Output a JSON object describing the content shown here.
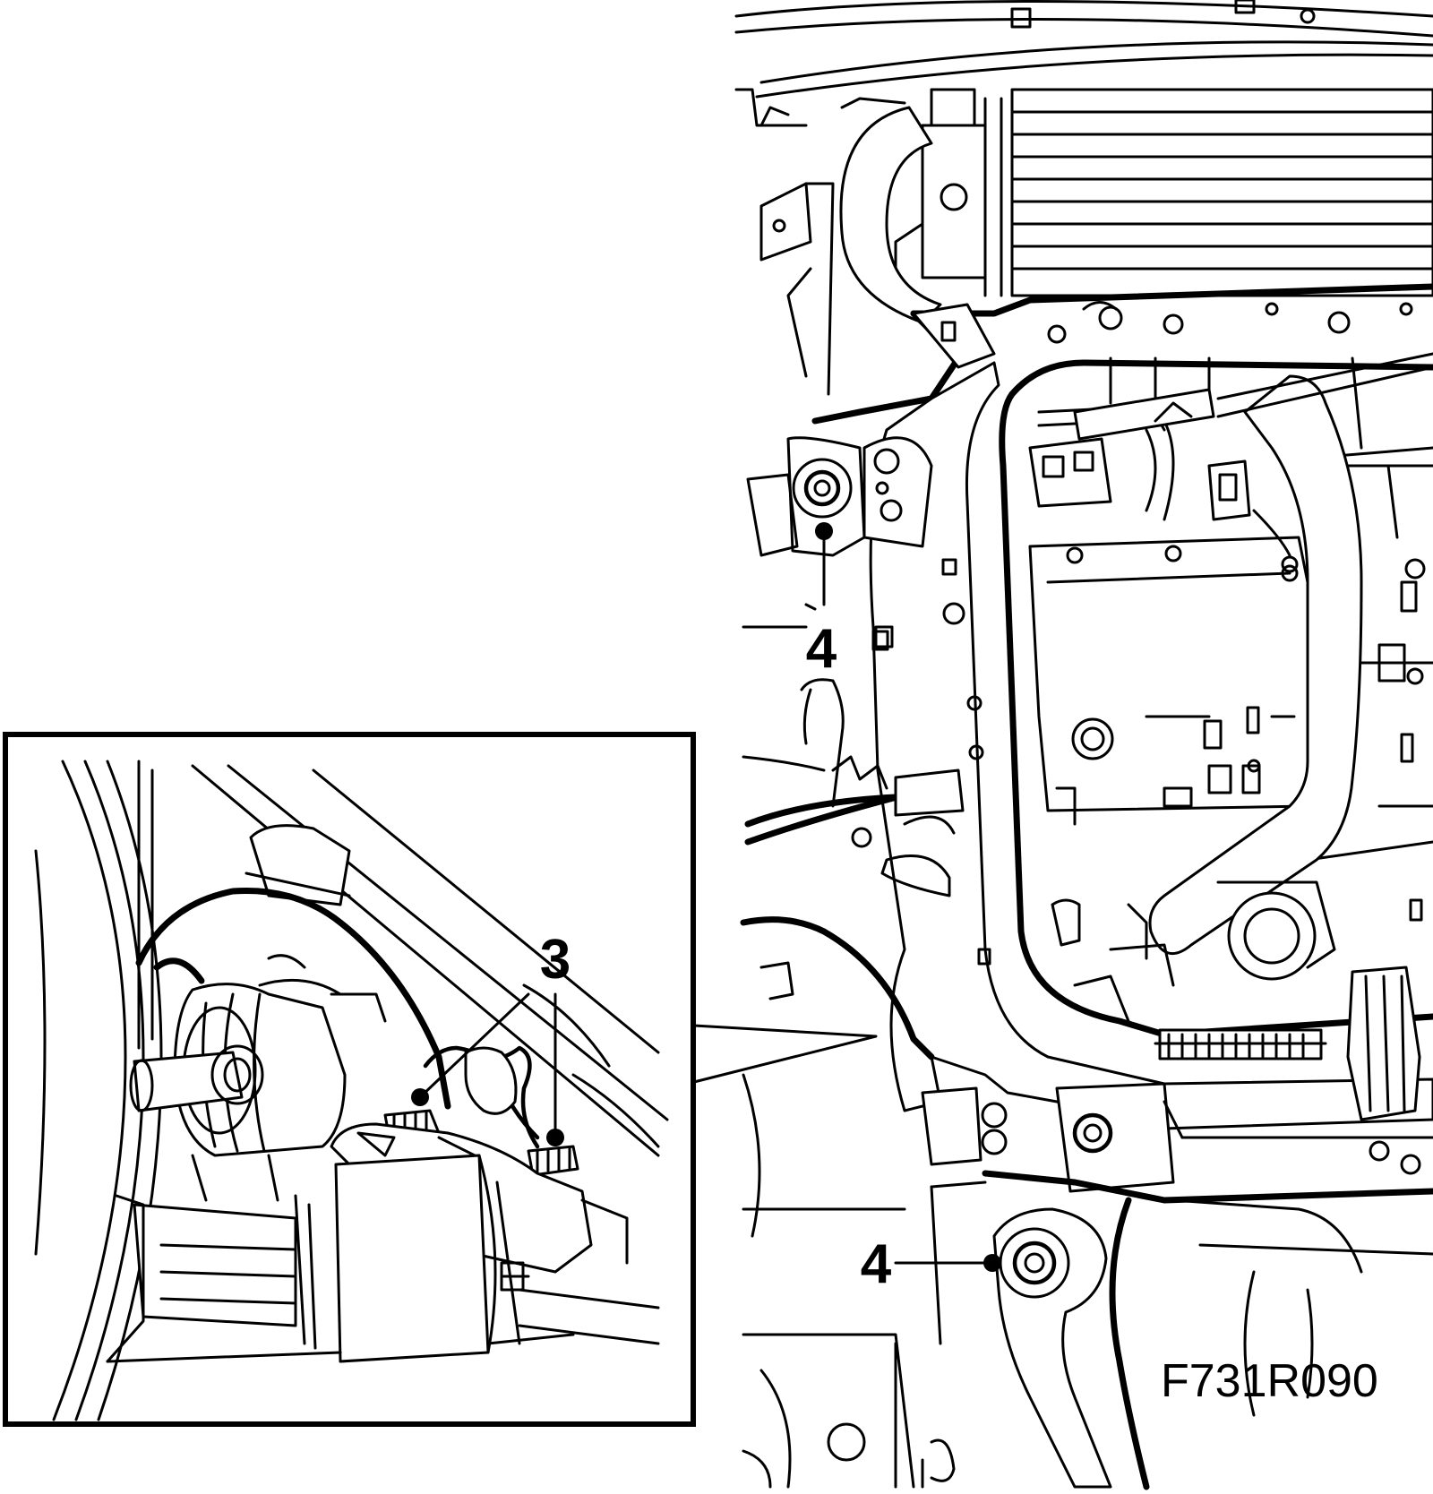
{
  "figure": {
    "id": "F731R090"
  },
  "callouts": {
    "inset_bolts": "3",
    "upper_mount": "4",
    "lower_mount": "4"
  }
}
